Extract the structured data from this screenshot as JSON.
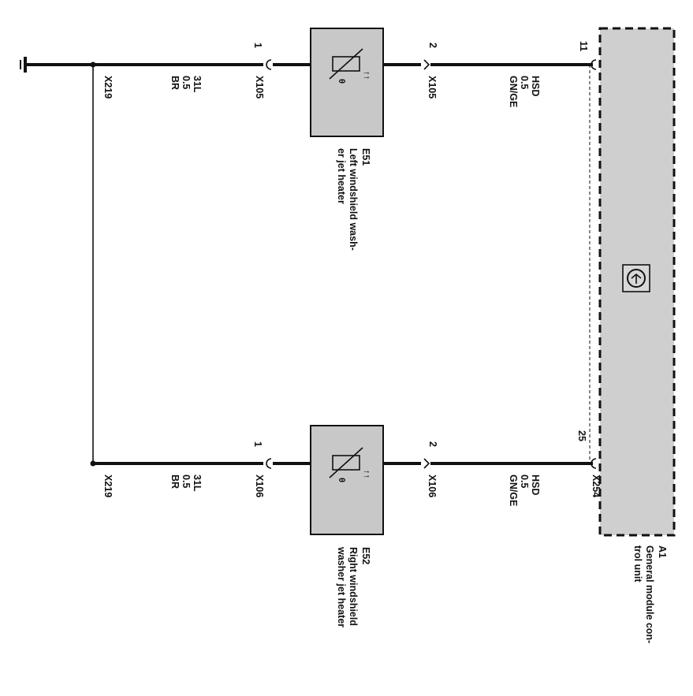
{
  "module": {
    "id": "A1",
    "name_line1": "General module con-",
    "name_line2": "trol unit",
    "connector": "X254",
    "symbol_icon": "control-unit-symbol-icon"
  },
  "components": [
    {
      "id": "E51",
      "name_line1": "Left windshield wash-",
      "name_line2": "er jet heater"
    },
    {
      "id": "E52",
      "name_line1": "Right windshield",
      "name_line2": "washer jet heater"
    }
  ],
  "circuits": [
    {
      "module_pin": "11",
      "supply_wire": {
        "terminal": "HSD",
        "size": "0.5",
        "color": "GN/GE"
      },
      "comp_pin_supply": "2",
      "comp_pin_ground": "1",
      "connector": "X105",
      "ground_wire": {
        "terminal": "31L",
        "size": "0.5",
        "color": "BR"
      },
      "ground_connector": "X219"
    },
    {
      "module_pin": "25",
      "supply_wire": {
        "terminal": "HSD",
        "size": "0.5",
        "color": "GN/GE"
      },
      "comp_pin_supply": "2",
      "comp_pin_ground": "1",
      "connector": "X106",
      "ground_wire": {
        "terminal": "31L",
        "size": "0.5",
        "color": "BR"
      },
      "ground_connector": "X219"
    }
  ]
}
